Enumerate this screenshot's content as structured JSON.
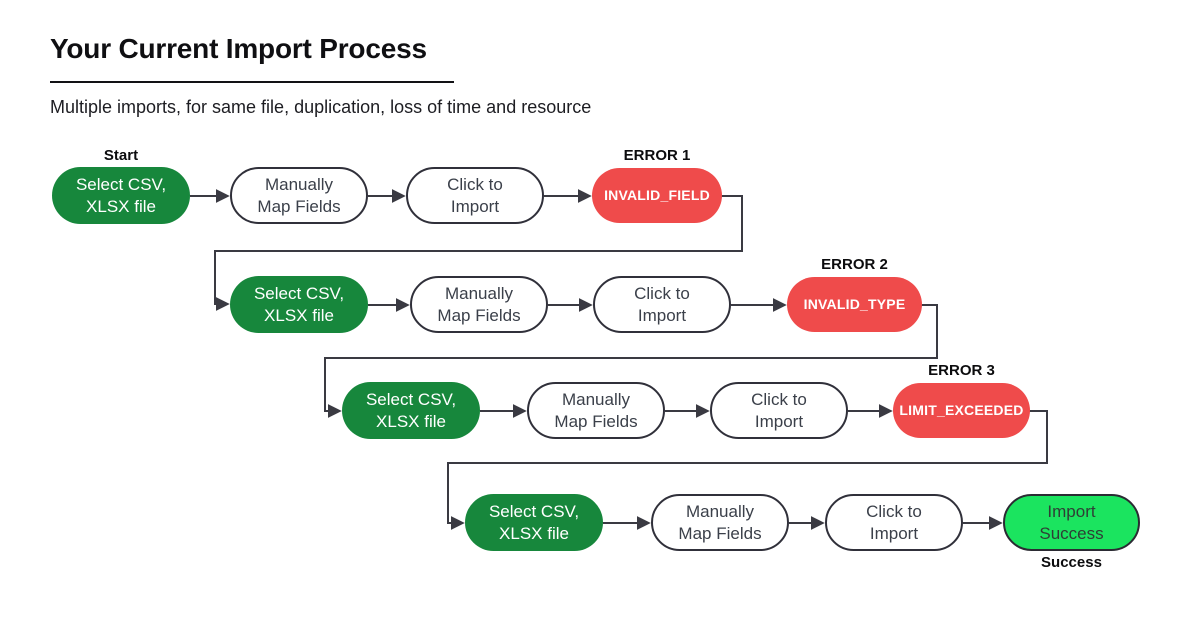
{
  "header": {
    "title": "Your Current Import Process",
    "subtitle": "Multiple imports, for same file, duplication, loss of time and resource"
  },
  "colors": {
    "green": "#17873C",
    "red": "#EF4B4B",
    "success": "#1BE45F",
    "line": "#3A3A42",
    "text-dark": "#3B404A"
  },
  "flow": {
    "rows": [
      {
        "start_label": "Start",
        "steps": [
          "Select CSV,\nXLSX file",
          "Manually\nMap Fields",
          "Click to\nImport"
        ],
        "error": "INVALID_FIELD",
        "error_label": "ERROR 1"
      },
      {
        "steps": [
          "Select CSV,\nXLSX file",
          "Manually\nMap Fields",
          "Click to\nImport"
        ],
        "error": "INVALID_TYPE",
        "error_label": "ERROR 2"
      },
      {
        "steps": [
          "Select CSV,\nXLSX file",
          "Manually\nMap Fields",
          "Click to\nImport"
        ],
        "error": "LIMIT_EXCEEDED",
        "error_label": "ERROR 3"
      },
      {
        "steps": [
          "Select CSV,\nXLSX file",
          "Manually\nMap Fields",
          "Click to\nImport"
        ],
        "success": "Import\nSuccess",
        "success_label": "Success"
      }
    ]
  }
}
